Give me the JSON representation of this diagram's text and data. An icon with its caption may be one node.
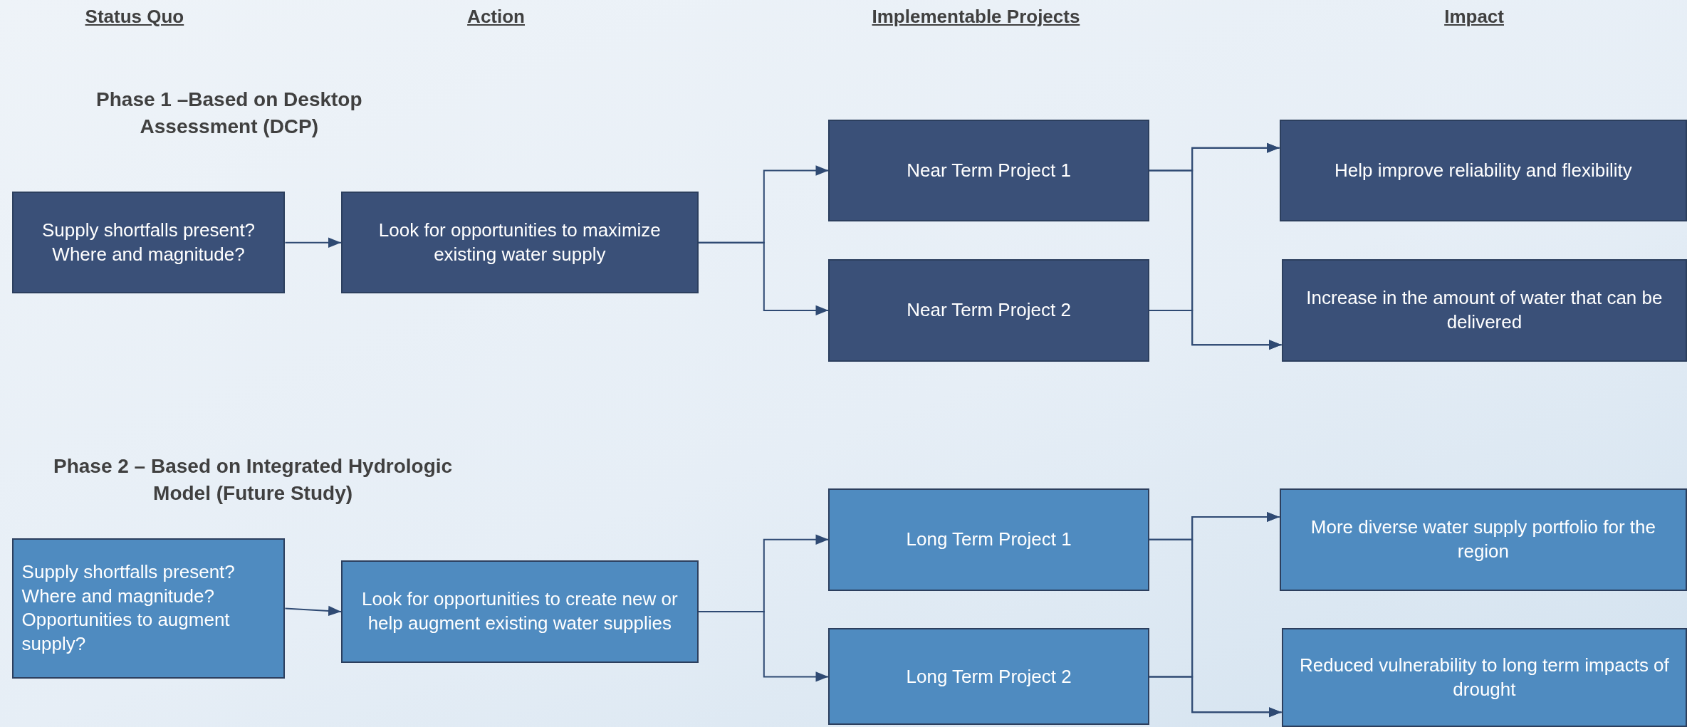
{
  "diagram": {
    "nodes": [
      {
        "text": [
          "Supply shortfalls present? Where and magnitude?"
        ]
      },
      {
        "text": [
          "Look for opportunities to maximize existing water supply"
        ]
      },
      {
        "text": [
          "Near Term Project 1"
        ]
      },
      {
        "text": [
          "Near Term Project 2"
        ]
      },
      {
        "text": [
          "Help improve reliability and flexibility"
        ]
      },
      {
        "text": [
          "Increase in the amount of water that can be delivered"
        ]
      },
      {
        "text": [
          "Supply shortfalls present? Where and magnitude? Opportunities to augment supply?"
        ]
      },
      {
        "text": [
          "Look for opportunities to create new or help augment existing water supplies"
        ]
      },
      {
        "text": [
          "Long Term Project 1"
        ]
      },
      {
        "text": [
          "Long Term Project 2"
        ]
      },
      {
        "text": [
          "More diverse water supply portfolio for the region"
        ]
      },
      {
        "text": [
          "Reduced vulnerability to long term impacts of drought"
        ]
      }
    ],
    "edges": [
      {
        "from": 0,
        "to": 1,
        "arrow": "to"
      },
      {
        "from": 1,
        "to": 2,
        "arrow": "to"
      },
      {
        "from": 1,
        "to": 3,
        "arrow": "to"
      },
      {
        "from": 2,
        "to": 4,
        "arrow": "to"
      },
      {
        "from": 2,
        "to": 5,
        "arrow": "to"
      },
      {
        "from": 3,
        "to": 4,
        "arrow": "to"
      },
      {
        "from": 3,
        "to": 5,
        "arrow": "to"
      },
      {
        "from": 6,
        "to": 7,
        "arrow": "to"
      },
      {
        "from": 7,
        "to": 8,
        "arrow": "to"
      },
      {
        "from": 7,
        "to": 9,
        "arrow": "to"
      },
      {
        "from": 8,
        "to": 10,
        "arrow": "to"
      },
      {
        "from": 8,
        "to": 11,
        "arrow": "to"
      },
      {
        "from": 9,
        "to": 10,
        "arrow": "to"
      },
      {
        "from": 9,
        "to": 11,
        "arrow": "to"
      }
    ],
    "labels": [
      "Status Quo",
      "Action",
      "Implementable Projects",
      "Impact",
      "Phase 1 –Based on Desktop Assessment (DCP)",
      "Phase 2 – Based on Integrated Hydrologic Model (Future Study)"
    ]
  }
}
